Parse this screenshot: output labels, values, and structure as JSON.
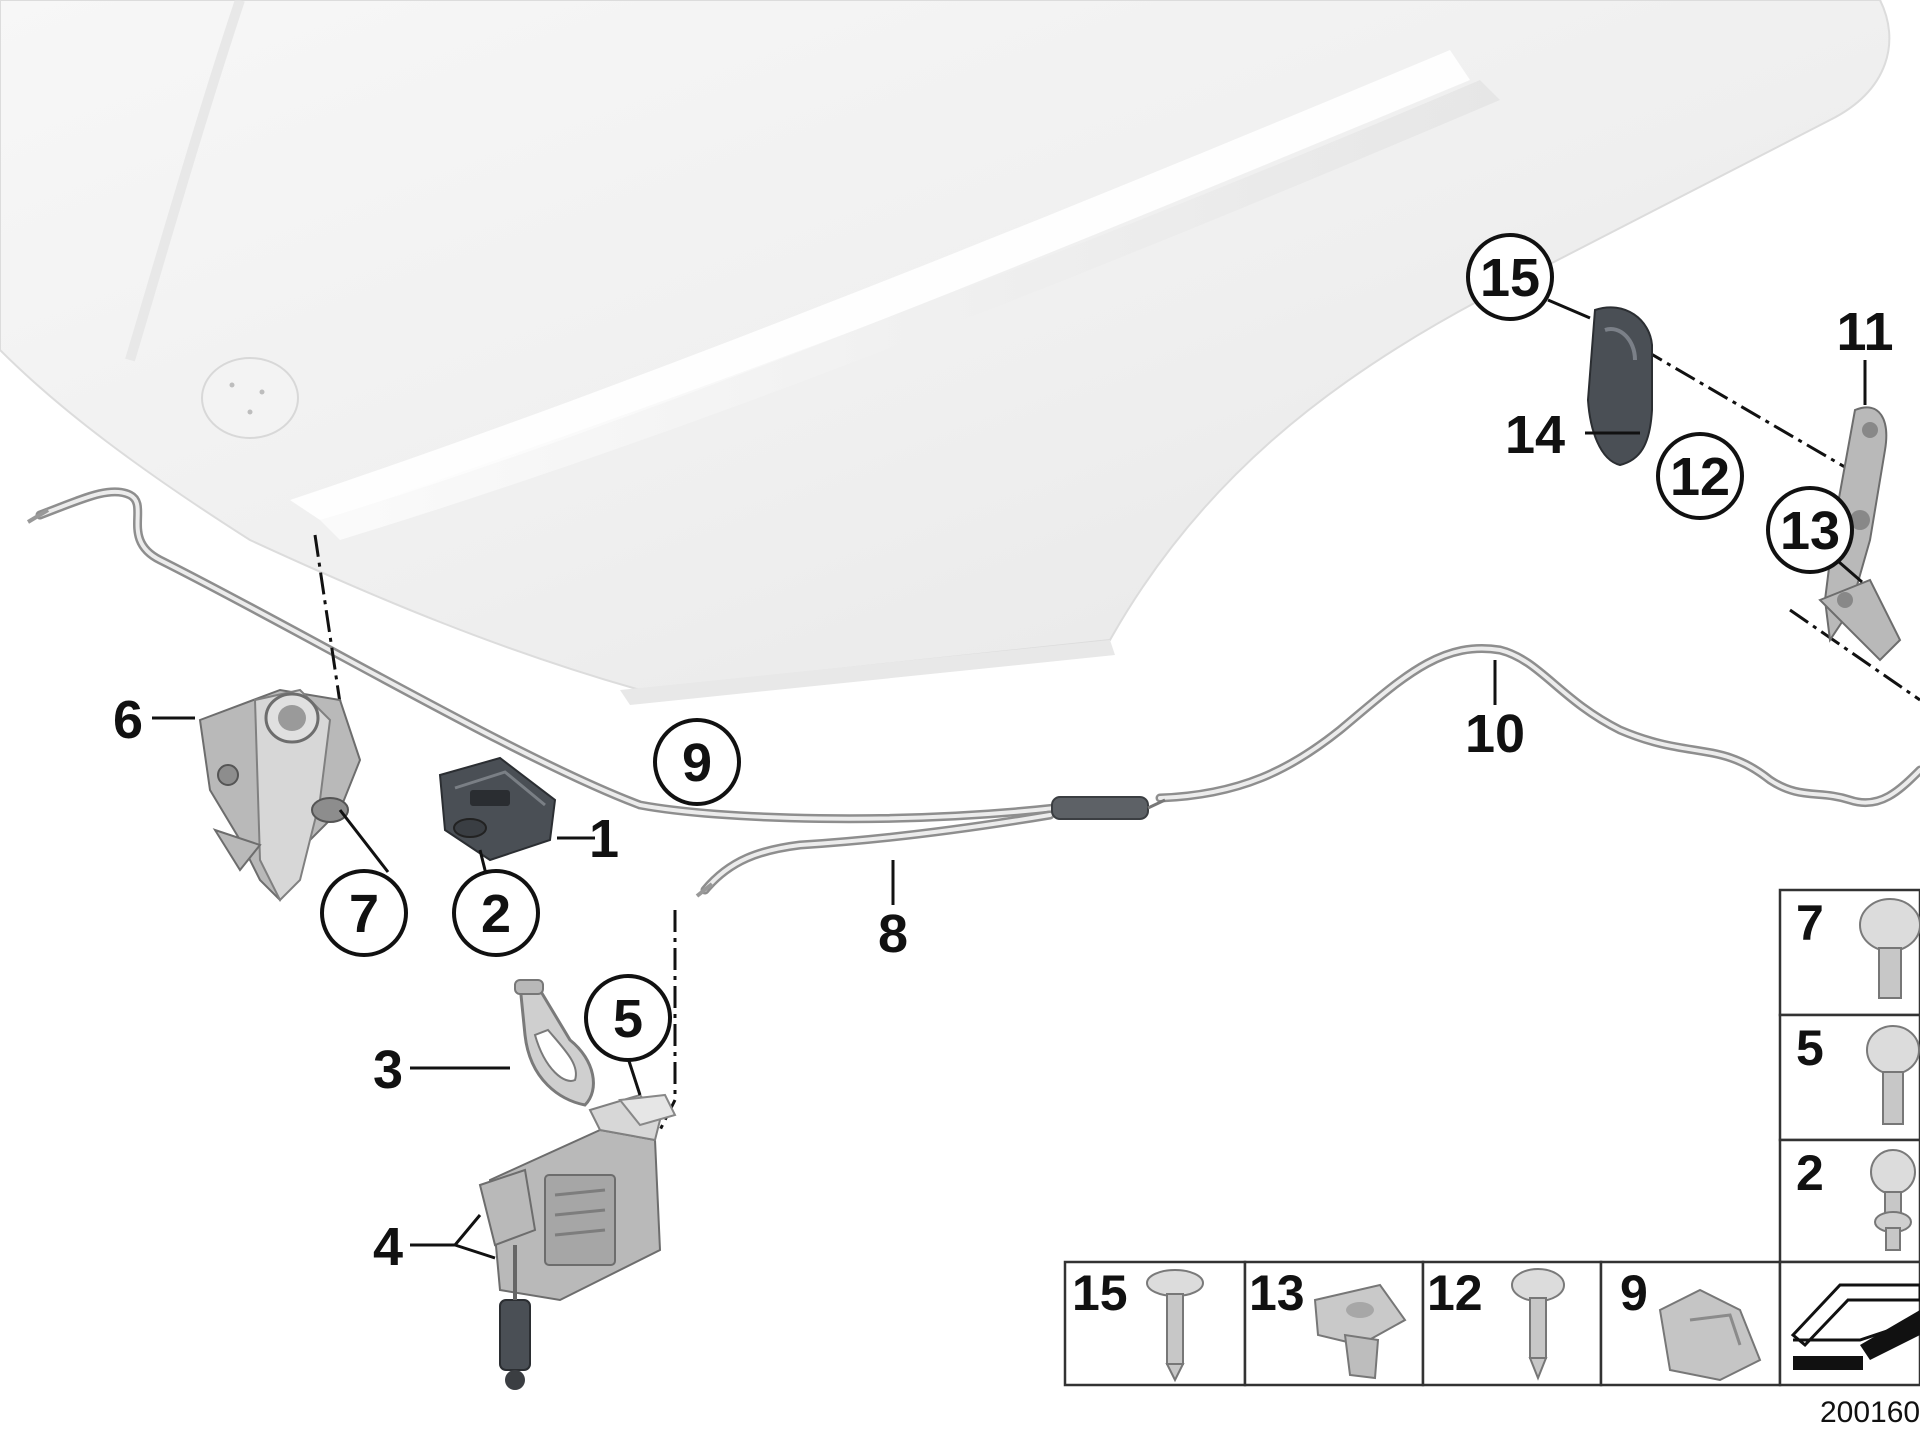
{
  "diagram": {
    "callouts": {
      "c1": "1",
      "c2": "2",
      "c3": "3",
      "c4": "4",
      "c5": "5",
      "c6": "6",
      "c7": "7",
      "c8": "8",
      "c9": "9",
      "c10": "10",
      "c11": "11",
      "c12": "12",
      "c13": "13",
      "c14": "14",
      "c15": "15"
    },
    "fastener_table": {
      "column": [
        "7",
        "5",
        "2"
      ],
      "row": [
        "15",
        "13",
        "12",
        "9"
      ]
    },
    "reference_number": "200160"
  }
}
